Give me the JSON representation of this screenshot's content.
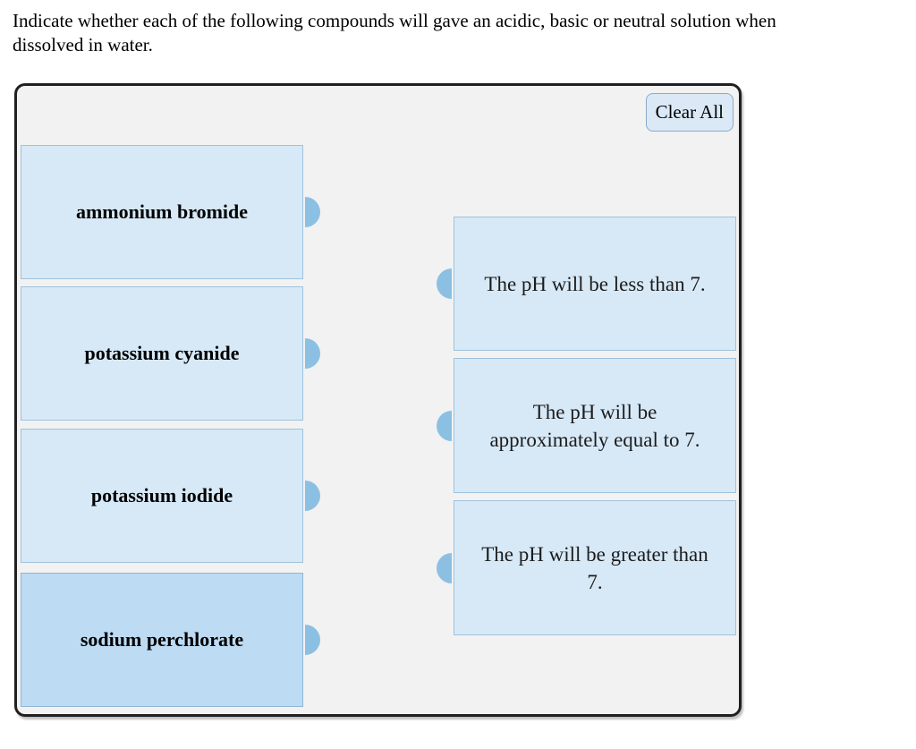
{
  "question": {
    "lines": [
      "Indicate whether each of the following compounds will gave an acidic, basic or neutral solution when",
      "dissolved in water."
    ]
  },
  "panel": {
    "clear_all_label": "Clear All",
    "compounds": [
      {
        "label": "ammonium bromide",
        "state": "default"
      },
      {
        "label": "potassium cyanide",
        "state": "default"
      },
      {
        "label": "potassium iodide",
        "state": "default"
      },
      {
        "label": "sodium perchlorate",
        "state": "selected"
      }
    ],
    "answers": [
      {
        "lines": [
          "The pH will be less than 7."
        ]
      },
      {
        "lines": [
          "The pH will be",
          "approximately equal to 7."
        ]
      },
      {
        "lines": [
          "The pH will be greater than",
          "7."
        ]
      }
    ]
  },
  "colors": {
    "page_bg": "#ffffff",
    "panel_bg": "#f2f2f2",
    "panel_border": "#202020",
    "card_fill": "#d7e9f7",
    "card_fill_selected": "#bddbf2",
    "card_border": "#9fc2dc",
    "connector": "#8cc0e3",
    "button_bg": "#dbe9f6",
    "button_border": "#88abc9"
  }
}
